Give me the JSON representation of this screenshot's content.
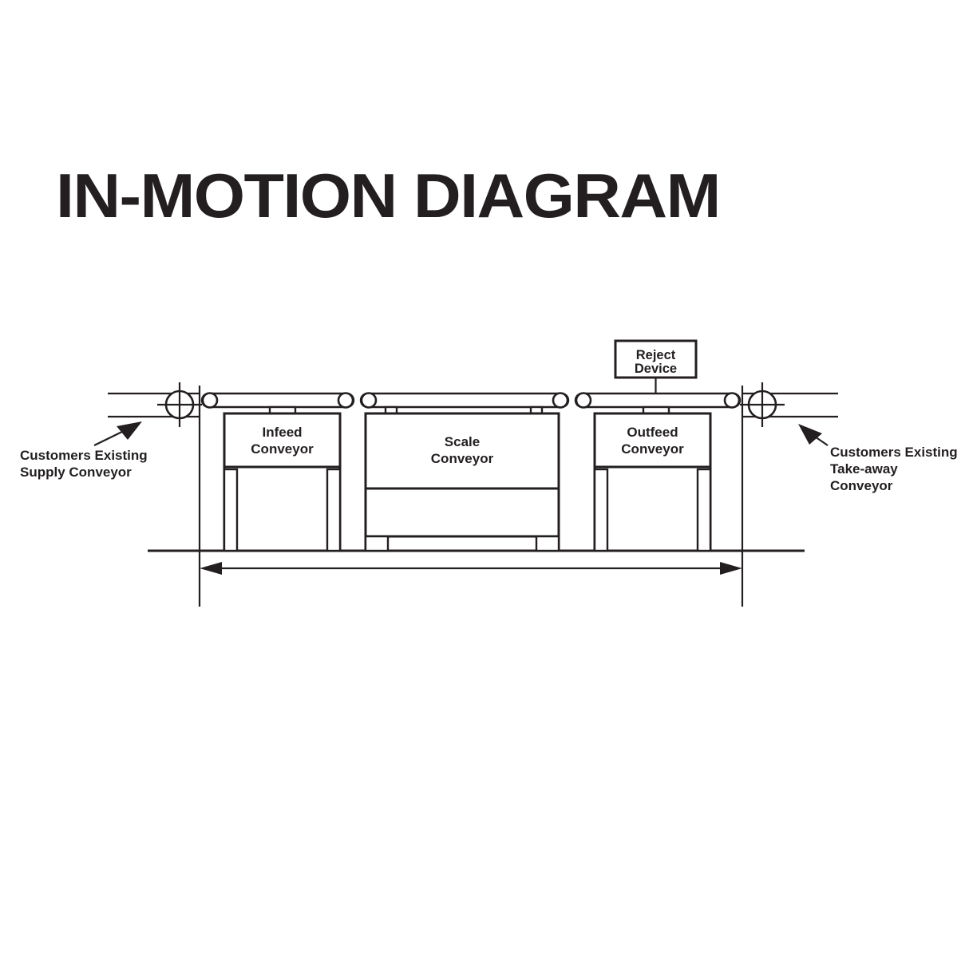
{
  "page": {
    "title": "IN-MOTION DIAGRAM",
    "background_color": "#ffffff",
    "line_color": "#231f20"
  },
  "diagram": {
    "type": "technical-schematic",
    "subject": "in-motion checkweigher conveyor line elevation view",
    "components": [
      {
        "id": "infeed-conveyor",
        "label_line1": "Infeed",
        "label_line2": "Conveyor",
        "kind": "conveyor-module",
        "order": 1
      },
      {
        "id": "scale-conveyor",
        "label_line1": "Scale",
        "label_line2": "Conveyor",
        "kind": "weighing-module",
        "order": 2
      },
      {
        "id": "outfeed-conveyor",
        "label_line1": "Outfeed",
        "label_line2": "Conveyor",
        "kind": "conveyor-module",
        "order": 3
      }
    ],
    "reject_device": {
      "label_line1": "Reject",
      "label_line2": "Device"
    },
    "annotations": [
      {
        "id": "left-annotation",
        "lines": [
          "Customers Existing",
          "Supply Conveyor"
        ],
        "arrow_direction": "up-right",
        "side": "left"
      },
      {
        "id": "right-annotation",
        "lines": [
          "Customers Existing",
          "Take-away",
          "Conveyor"
        ],
        "arrow_direction": "up-left",
        "side": "right"
      }
    ],
    "dimension": {
      "id": "overall-length-dimension",
      "label": "",
      "style": "double-headed-arrow"
    }
  }
}
